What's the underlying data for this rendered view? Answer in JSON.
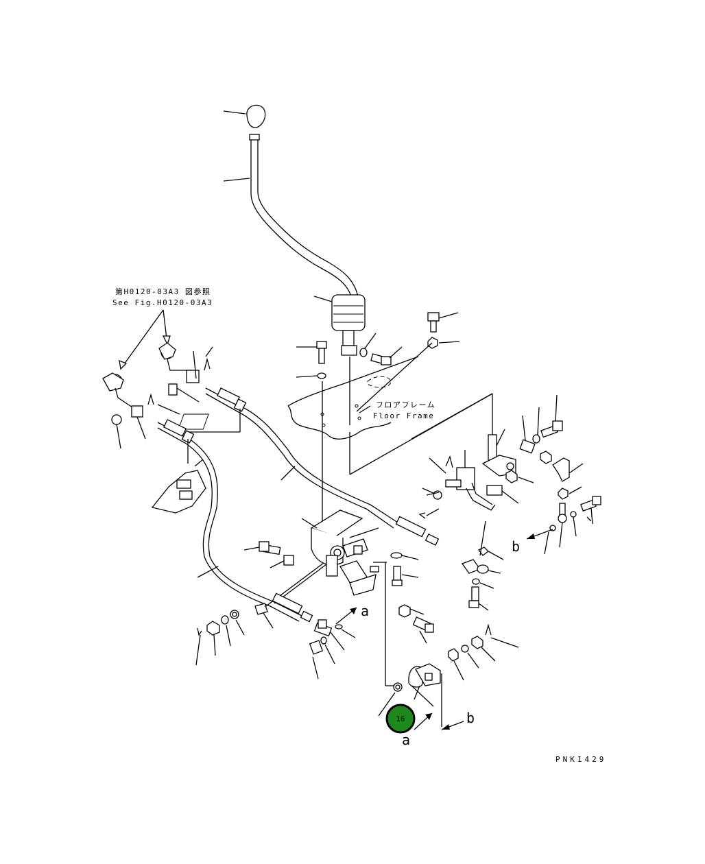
{
  "labels": {
    "ref_jp": "第H0120-03A3 図参照",
    "ref_en": "See Fig.H0120-03A3",
    "floor_jp": "フロアフレーム",
    "floor_en": "Floor Frame",
    "letter_a_upper": "a",
    "letter_a_lower": "a",
    "letter_b_right": "b",
    "letter_b_lower": "b",
    "part_id": "PNK1429"
  },
  "callouts": [
    {
      "number": "16",
      "color": "#1e8a1e"
    }
  ],
  "colors": {
    "line": "#000000",
    "background": "#ffffff",
    "callout": "#1e8a1e"
  }
}
